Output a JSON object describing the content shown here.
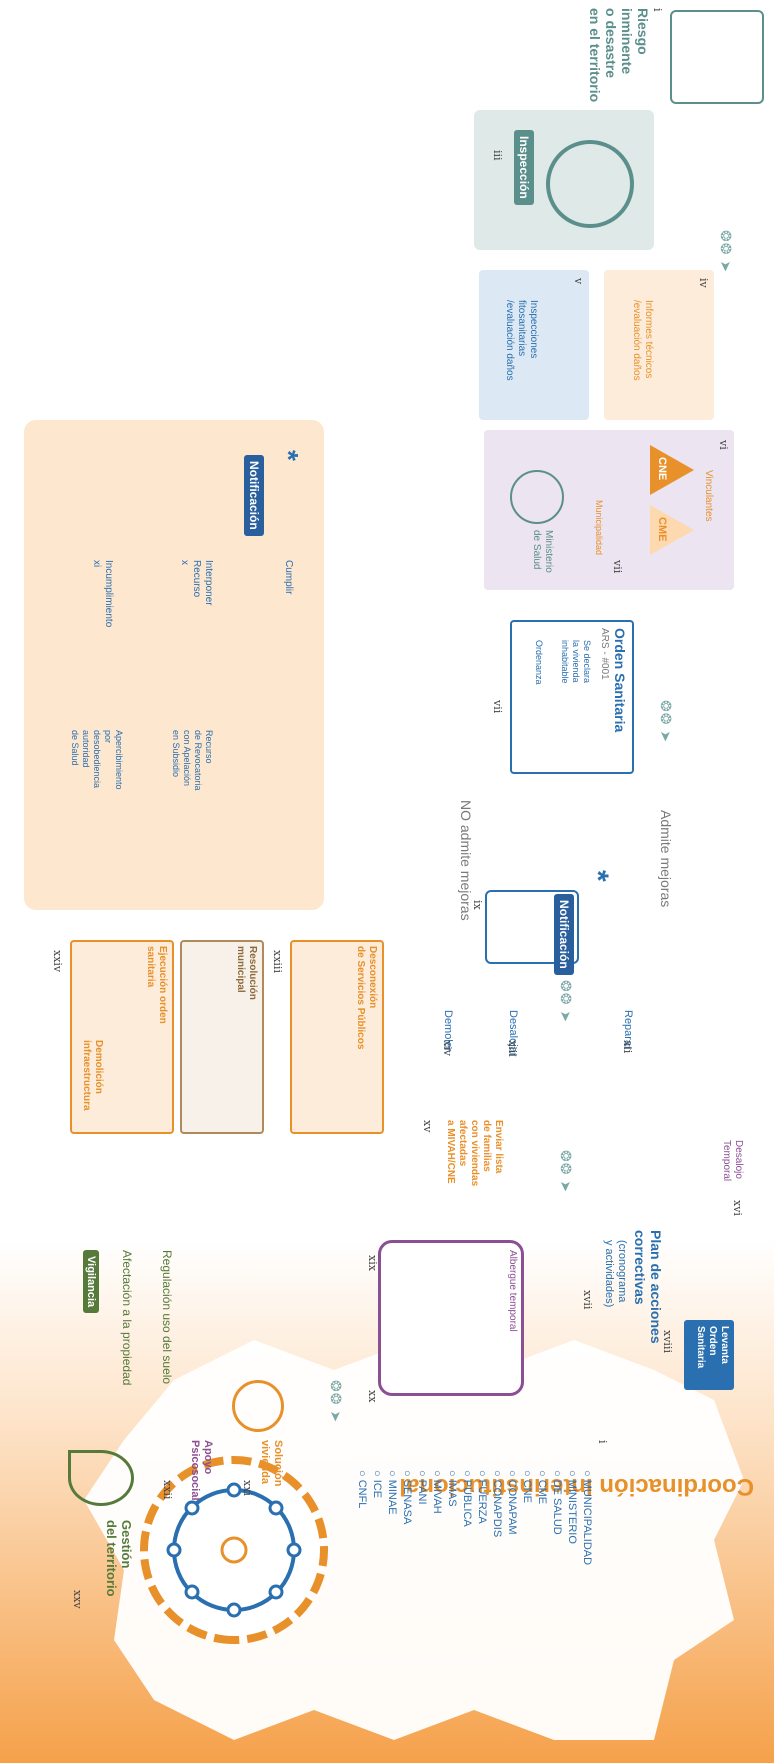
{
  "colors": {
    "teal": "#5b8f8c",
    "blue": "#2a6fb0",
    "orange": "#e8902a",
    "purple": "#8b4f94",
    "green": "#557a3a",
    "peach": "#fde7cf"
  },
  "flow": {
    "step_i": {
      "num": "i",
      "label_lines": [
        "Riesgo",
        "inminente",
        "o desastre",
        "en el territorio"
      ]
    },
    "step_iii": {
      "num": "iii",
      "label": "Inspección"
    },
    "step_iv": {
      "num": "iv",
      "label_lines": [
        "Informes técnicos",
        "/evaluación daños"
      ]
    },
    "step_v": {
      "num": "v",
      "label_lines": [
        "Inspecciones",
        "fitosanitarias",
        "/evaluación daños"
      ]
    },
    "step_vi": {
      "num": "vi",
      "cne": "CNE",
      "cme": "CME",
      "vinculantes": "Vinculantes",
      "municipalidad": "Municipalidad"
    },
    "step_vii_b": {
      "num": "vii"
    },
    "ministerio": {
      "label_lines": [
        "Ministerio",
        "de Salud"
      ]
    },
    "orden": {
      "title": "Orden Sanitaria",
      "code": "ARS - #001",
      "declara_lines": [
        "Se declara",
        "la vivienda",
        "inhabitable"
      ],
      "ordenanza": "Ordenanza",
      "num": "vii"
    },
    "admite": "Admite mejoras",
    "no_admite": "NO admite mejoras",
    "notificacion": {
      "label": "Notificación",
      "num": "ix"
    },
    "reparar": {
      "label": "Reparar",
      "num": "xii"
    },
    "desalojar": {
      "label": "Desalojar",
      "num": "xiii"
    },
    "demoler": {
      "label": "Demoler",
      "num": "xiv"
    },
    "desalojo": {
      "label_lines": [
        "Desalojo",
        "Temporal"
      ],
      "num": "xvi"
    },
    "plan": {
      "title_lines": [
        "Plan de acciones",
        "correctivas"
      ],
      "sub_lines": [
        "(cronograma",
        "y actividades)"
      ],
      "num": "xvii"
    },
    "levanta": {
      "label_lines": [
        "Levanta",
        "Orden",
        "Sanitaria"
      ],
      "num": "xviii"
    },
    "enviar": {
      "label_lines": [
        "Enviar lista",
        "de familias",
        "con viviendas",
        "afectadas",
        "a MIVAH/CNE"
      ],
      "num": "xv"
    },
    "albergue": {
      "label": "Albergue temporal",
      "num": "xix",
      "num2": "xx"
    },
    "solucion": {
      "label_lines": [
        "Solución",
        "vivienda"
      ],
      "num": "xxi"
    },
    "apoyo": {
      "label_lines": [
        "Apoyo",
        "Psicosocial"
      ],
      "num": "xxii"
    },
    "desconexion": {
      "label_lines": [
        "Desconexión",
        "de Servicios Públicos"
      ],
      "num": "xxiii"
    },
    "resolucion": {
      "label_lines": [
        "Resolución",
        "municipal"
      ]
    },
    "ejecucion": {
      "label_lines": [
        "Ejecución orden",
        "sanitaria"
      ],
      "num": "xxiv"
    },
    "demolicion": {
      "label_lines": [
        "Demolición",
        "infraestructura"
      ]
    },
    "regulacion": "Regulación uso del suelo",
    "afectacion": "Afectación a la propiedad",
    "vigilancia": "Vigilancia",
    "gestion": {
      "label_lines": [
        "Gestión",
        "del territorio"
      ],
      "num": "xxv"
    }
  },
  "notif_panel": {
    "badge": "Notificación",
    "cumplir": "Cumplir",
    "interponer": {
      "label_lines": [
        "Interponer",
        "Recurso"
      ],
      "num": "x"
    },
    "incumplimiento": {
      "label": "Incumplimiento",
      "num": "xi"
    },
    "recurso": {
      "label_lines": [
        "Recurso",
        "de Revocatoria",
        "con Apelación",
        "en Subsidio"
      ]
    },
    "apercibimiento": {
      "label_lines": [
        "Apercibimiento",
        "por",
        "desobediencia",
        "autoridad",
        "de Salud"
      ]
    }
  },
  "coordinacion": {
    "title": "Coordinación Interinstitucional",
    "num": "i",
    "institutions": [
      "MUNICIPALIDAD",
      "MINISTERIO",
      "DE SALUD",
      "CME",
      "CNE",
      "CONAPAM",
      "CONAPDIS",
      "FUERZA",
      "PÚBLICA",
      "IMAS",
      "MIVAH",
      "PANI",
      "SENASA",
      "MINAE",
      "ICE",
      "CNFL"
    ]
  }
}
